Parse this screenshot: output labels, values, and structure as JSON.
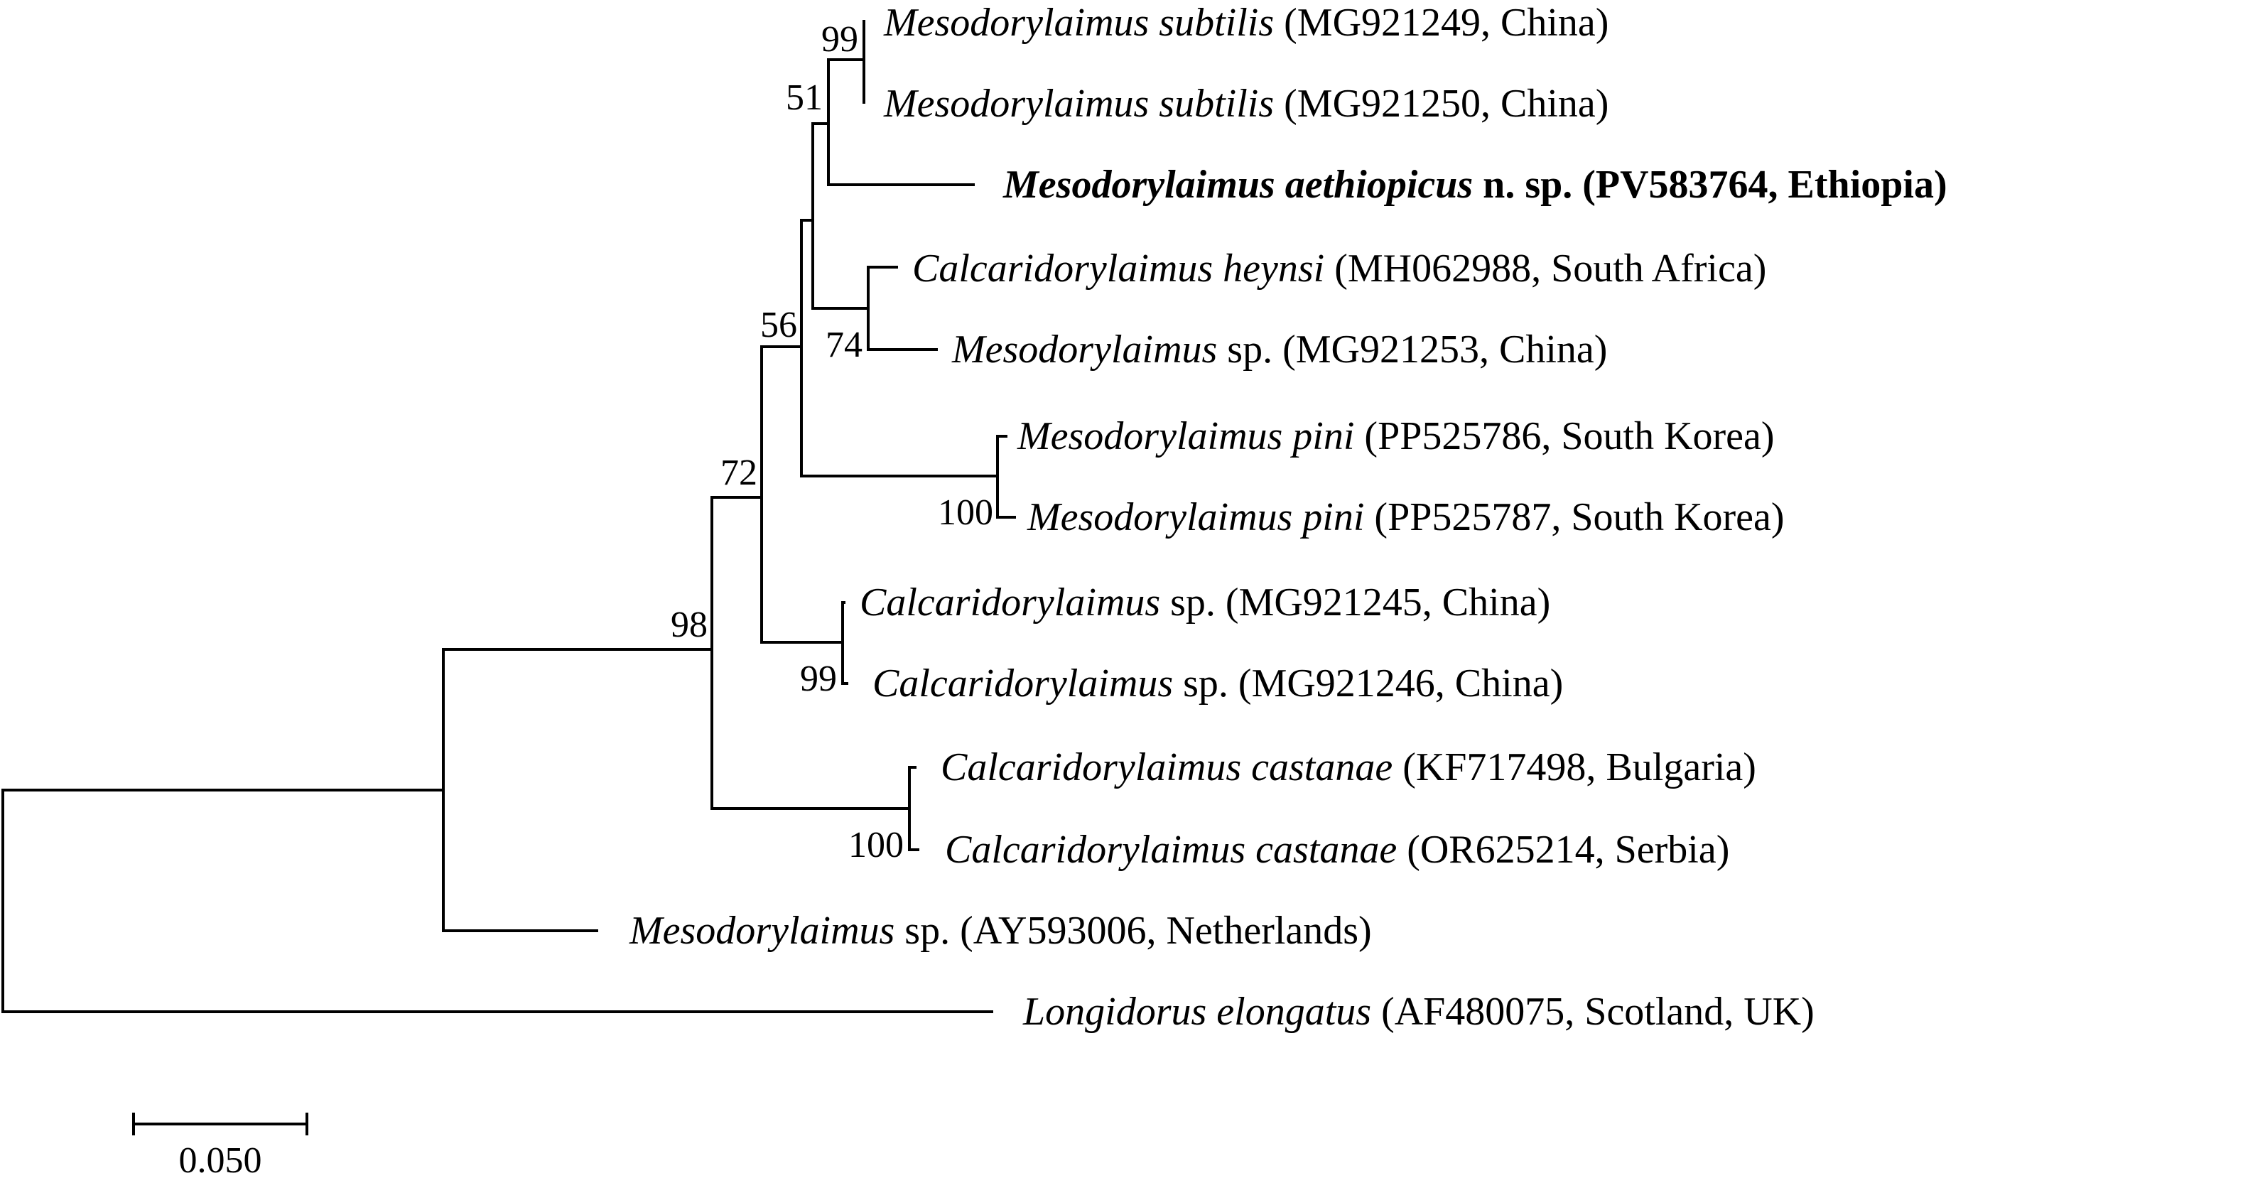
{
  "tree": {
    "taxa": [
      {
        "id": "t1",
        "species": "Mesodorylaimus subtilis",
        "suffix": "(MG921249, China)"
      },
      {
        "id": "t2",
        "species": "Mesodorylaimus subtilis",
        "suffix": "(MG921250, China)"
      },
      {
        "id": "t3",
        "species": "Mesodorylaimus aethiopicus",
        "suffix": "n. sp. (PV583764, Ethiopia)",
        "highlight": true
      },
      {
        "id": "t4",
        "species": "Calcaridorylaimus heynsi",
        "suffix": "(MH062988, South Africa)"
      },
      {
        "id": "t5",
        "species": "Mesodorylaimus",
        "suffix": "sp. (MG921253, China)"
      },
      {
        "id": "t6",
        "species": "Mesodorylaimus pini",
        "suffix": "(PP525786, South Korea)"
      },
      {
        "id": "t7",
        "species": "Mesodorylaimus pini",
        "suffix": "(PP525787, South Korea)"
      },
      {
        "id": "t8",
        "species": "Calcaridorylaimus",
        "suffix": "sp. (MG921245, China)"
      },
      {
        "id": "t9",
        "species": "Calcaridorylaimus",
        "suffix": "sp. (MG921246, China)"
      },
      {
        "id": "t10",
        "species": "Calcaridorylaimus castanae",
        "suffix": "(KF717498, Bulgaria)"
      },
      {
        "id": "t11",
        "species": "Calcaridorylaimus castanae",
        "suffix": "(OR625214, Serbia)"
      },
      {
        "id": "t12",
        "species": "Mesodorylaimus",
        "suffix": "sp. (AY593006, Netherlands)"
      },
      {
        "id": "t13",
        "species": "Longidorus elongatus",
        "suffix": "(AF480075, Scotland, UK)"
      }
    ],
    "support_values": [
      "99",
      "51",
      "74",
      "56",
      "100",
      "72",
      "99",
      "98",
      "100"
    ],
    "scale_bar": {
      "label": "0.050",
      "length": 0.05
    }
  }
}
